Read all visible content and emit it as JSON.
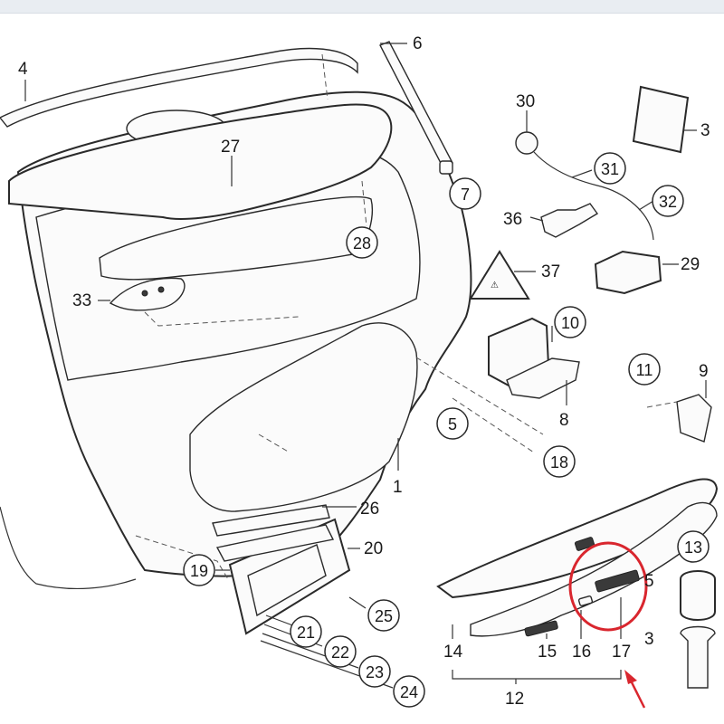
{
  "callouts": {
    "c1": "1",
    "c3a": "3",
    "c3b": "3",
    "c4": "4",
    "c5a": "5",
    "c5b": "5",
    "c6": "6",
    "c7": "7",
    "c8": "8",
    "c9": "9",
    "c10": "10",
    "c11": "11",
    "c12": "12",
    "c13": "13",
    "c14": "14",
    "c15": "15",
    "c16": "16",
    "c17": "17",
    "c18": "18",
    "c19": "19",
    "c20": "20",
    "c21": "21",
    "c22": "22",
    "c23": "23",
    "c24": "24",
    "c25": "25",
    "c26": "26",
    "c27": "27",
    "c28": "28",
    "c29": "29",
    "c30": "30",
    "c31": "31",
    "c32": "32",
    "c33": "33",
    "c36": "36",
    "c37": "37"
  },
  "colors": {
    "highlight": "#d9262e",
    "line": "#2a2a2a",
    "background": "#ffffff"
  }
}
